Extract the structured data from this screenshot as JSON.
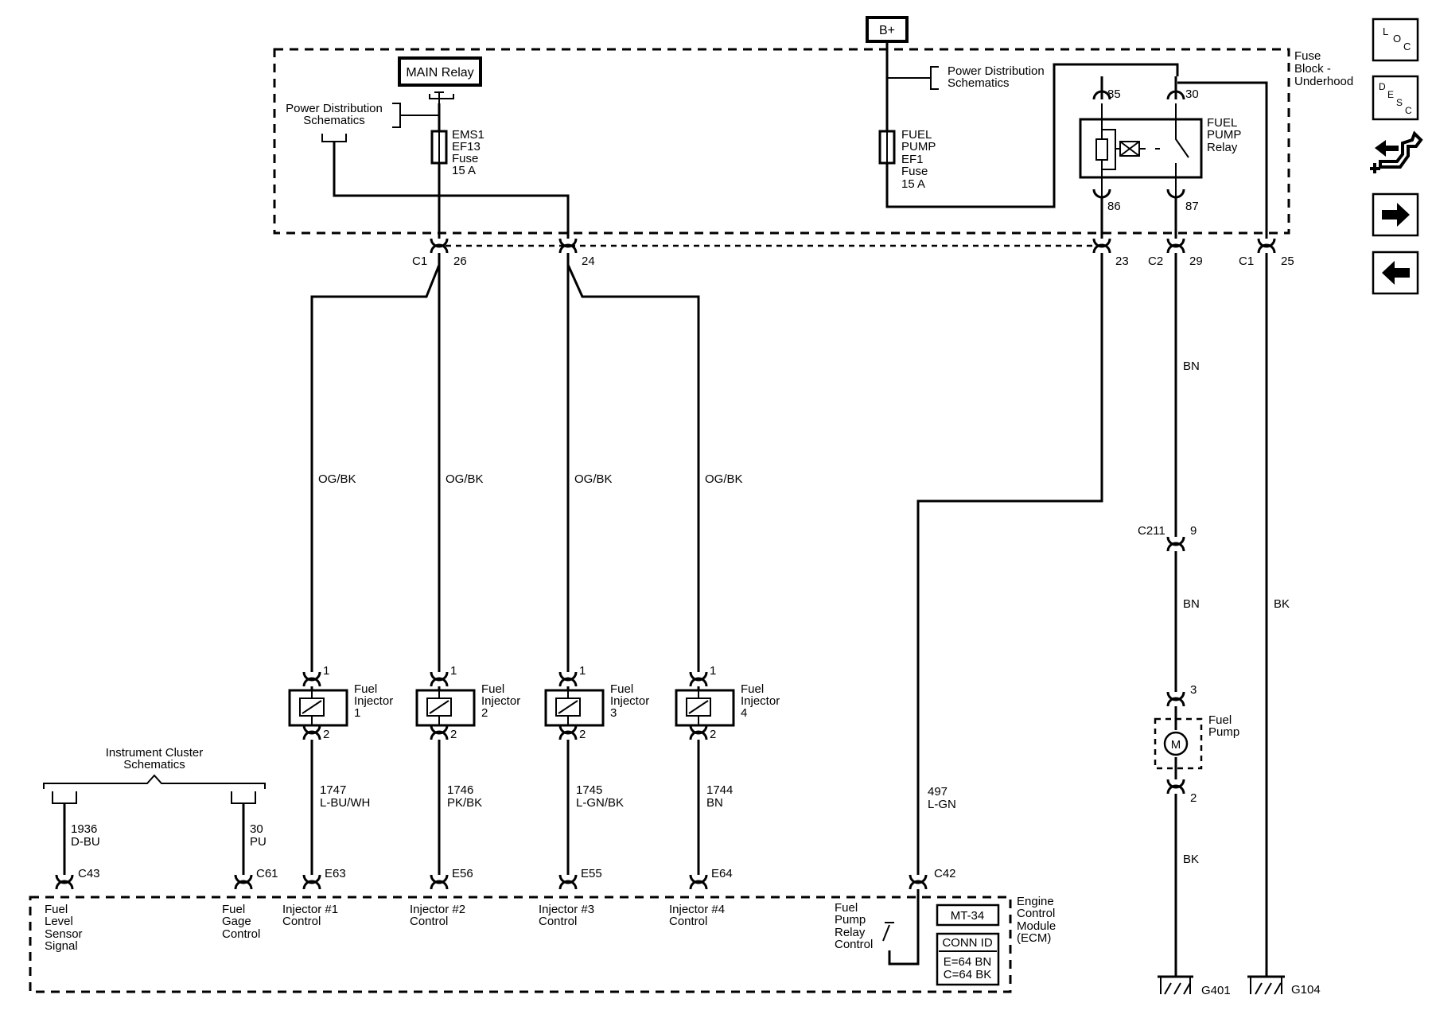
{
  "fuse_block": {
    "title": [
      "Fuse",
      "Block -",
      "Underhood"
    ],
    "b_plus": "B+",
    "main_relay": "MAIN Relay",
    "power_dist_left": [
      "Power Distribution",
      "Schematics"
    ],
    "power_dist_right": [
      "Power Distribution",
      "Schematics"
    ],
    "ems1_fuse": [
      "EMS1",
      "EF13",
      "Fuse",
      "15 A"
    ],
    "fuel_pump_fuse": [
      "FUEL",
      "PUMP",
      "EF1",
      "Fuse",
      "15 A"
    ],
    "fuel_pump_relay": [
      "FUEL",
      "PUMP",
      "Relay"
    ],
    "relay_pins": {
      "p85": "85",
      "p30": "30",
      "p86": "86",
      "p87": "87"
    }
  },
  "connectors": {
    "c1": "C1",
    "c2": "C2",
    "c1b": "C1",
    "pin26": "26",
    "pin24": "24",
    "pin23": "23",
    "pin29": "29",
    "pin25": "25"
  },
  "wires": {
    "og1": "OG/BK",
    "og2": "OG/BK",
    "og3": "OG/BK",
    "og4": "OG/BK",
    "bn_top": "BN",
    "bn_mid": "BN",
    "bk_right": "BK",
    "bk_low": "BK",
    "c211": "C211",
    "c211_pin": "9"
  },
  "injectors": [
    {
      "name": [
        "Fuel",
        "Injector",
        "1"
      ],
      "pin_top": "1",
      "pin_bot": "2",
      "circuit": "1747",
      "color": "L-BU/WH",
      "conn": "E63",
      "control": [
        "Injector #1",
        "Control"
      ]
    },
    {
      "name": [
        "Fuel",
        "Injector",
        "2"
      ],
      "pin_top": "1",
      "pin_bot": "2",
      "circuit": "1746",
      "color": "PK/BK",
      "conn": "E56",
      "control": [
        "Injector #2",
        "Control"
      ]
    },
    {
      "name": [
        "Fuel",
        "Injector",
        "3"
      ],
      "pin_top": "1",
      "pin_bot": "2",
      "circuit": "1745",
      "color": "L-GN/BK",
      "conn": "E55",
      "control": [
        "Injector #3",
        "Control"
      ]
    },
    {
      "name": [
        "Fuel",
        "Injector",
        "4"
      ],
      "pin_top": "1",
      "pin_bot": "2",
      "circuit": "1744",
      "color": "BN",
      "conn": "E64",
      "control": [
        "Injector #4",
        "Control"
      ]
    }
  ],
  "fuel_pump": {
    "name": [
      "Fuel",
      "Pump"
    ],
    "motor": "M",
    "pin_top": "3",
    "pin_bot": "2"
  },
  "grounds": {
    "g401": "G401",
    "g104": "G104"
  },
  "instrument_cluster": {
    "title": [
      "Instrument Cluster",
      "Schematics"
    ],
    "w1_circuit": "1936",
    "w1_color": "D-BU",
    "w1_conn": "C43",
    "w2_circuit": "30",
    "w2_color": "PU",
    "w2_conn": "C61"
  },
  "ecm": {
    "name": [
      "Engine",
      "Control",
      "Module",
      "(ECM)"
    ],
    "fuel_level": [
      "Fuel",
      "Level",
      "Sensor",
      "Signal"
    ],
    "fuel_gage": [
      "Fuel",
      "Gage",
      "Control"
    ],
    "relay_control": [
      "Fuel",
      "Pump",
      "Relay",
      "Control"
    ],
    "relay_circuit": "497",
    "relay_color": "L-GN",
    "relay_conn": "C42",
    "mt": "MT-34",
    "conn_id": "CONN ID",
    "conn_e": "E=64 BN",
    "conn_c": "C=64 BK"
  },
  "nav": {
    "loc": [
      "L",
      "O",
      "C"
    ],
    "desc": [
      "D",
      "E",
      "S",
      "C"
    ],
    "next": "next",
    "prev": "previous"
  }
}
